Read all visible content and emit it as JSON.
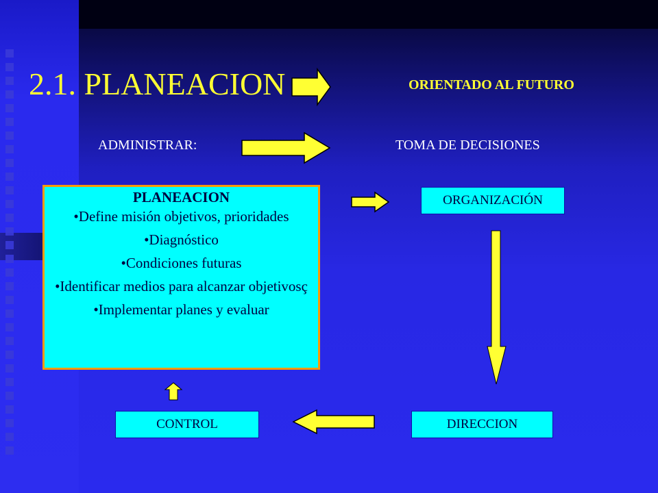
{
  "title": "2.1. PLANEACION",
  "oriented_label": "ORIENTADO AL FUTURO",
  "administrar_label": "ADMINISTRAR:",
  "decisiones_label": "TOMA DE DECISIONES",
  "planeacion_box": {
    "heading": "PLANEACION",
    "items": [
      "•Define misión objetivos, prioridades",
      "•Diagnóstico",
      "•Condiciones futuras",
      "•Identificar medios para alcanzar objetivosç",
      "•Implementar planes y evaluar"
    ]
  },
  "stages": {
    "organizacion": "ORGANIZACIÓN",
    "direccion": "DIRECCION",
    "control": "CONTROL"
  },
  "colors": {
    "arrow_fill": "#ffff33",
    "title": "#ffff33",
    "box_fill": "#00ffff",
    "box_border": "#ff9900",
    "background": "#2a2aee"
  }
}
